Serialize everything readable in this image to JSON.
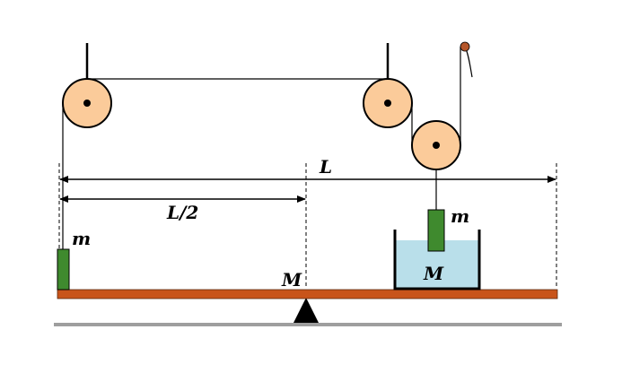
{
  "labels": {
    "length_total": "L",
    "length_half": "L/2",
    "mass_left": "m",
    "mass_right": "m",
    "mass_pivot": "M",
    "mass_water": "M"
  },
  "colors": {
    "pulley_fill": "#FBCB9A",
    "beam": "#C8541A",
    "block": "#3F8A2E",
    "water": "#B9DFEA",
    "ground": "#9E9E9E",
    "knot": "#B5562A"
  }
}
